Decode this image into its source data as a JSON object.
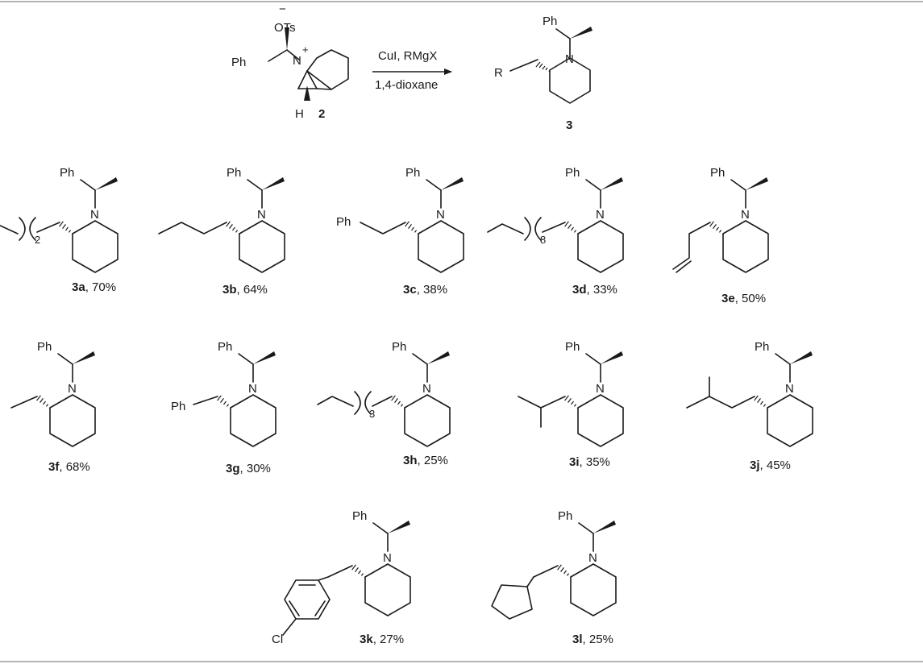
{
  "reaction": {
    "reagents": "CuI, RMgX",
    "solvent": "1,4-dioxane",
    "starting_material": {
      "id": "2",
      "counterion": "OTs",
      "charge_minus": "−",
      "charge_plus": "+",
      "h_label": "H",
      "n_label": "N",
      "ph_label": "Ph"
    },
    "product": {
      "id": "3",
      "r_label": "R",
      "n_label": "N",
      "ph_label": "Ph"
    }
  },
  "compounds": [
    {
      "id": "3a",
      "yield": "70%",
      "subscript": "2"
    },
    {
      "id": "3b",
      "yield": "64%"
    },
    {
      "id": "3c",
      "yield": "38%",
      "substituent_label": "Ph"
    },
    {
      "id": "3d",
      "yield": "33%",
      "subscript": "8"
    },
    {
      "id": "3e",
      "yield": "50%"
    },
    {
      "id": "3f",
      "yield": "68%"
    },
    {
      "id": "3g",
      "yield": "30%",
      "substituent_label": "Ph"
    },
    {
      "id": "3h",
      "yield": "25%",
      "subscript": "3"
    },
    {
      "id": "3i",
      "yield": "35%"
    },
    {
      "id": "3j",
      "yield": "45%"
    },
    {
      "id": "3k",
      "yield": "27%",
      "substituent_label": "Cl"
    },
    {
      "id": "3l",
      "yield": "25%"
    }
  ],
  "atom_labels": {
    "n": "N",
    "ph": "Ph"
  },
  "colors": {
    "ink": "#1a1a1a",
    "rule": "#9a9a9a",
    "background": "#ffffff"
  }
}
